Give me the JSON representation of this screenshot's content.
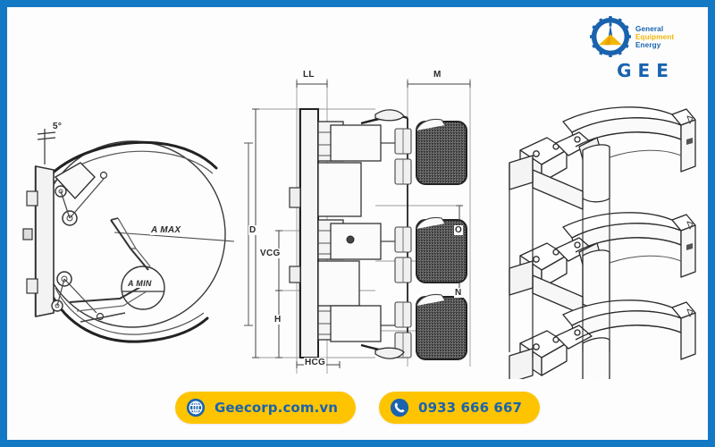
{
  "frame": {
    "border_color": "#1479c4",
    "page_background": "#fdfdfd"
  },
  "logo": {
    "icon_name": "gee-gear-tower-logo",
    "brand": "GEE",
    "tagline_line1": "General",
    "tagline_line2": "Equipment",
    "tagline_line3": "Energy",
    "colors": {
      "blue": "#1a63ae",
      "yellow": "#f2b705"
    }
  },
  "drawings": {
    "grapple_side_view": {
      "name": "paper-roll-clamp-side-view",
      "labels": {
        "angle": "5°",
        "arm_max": "A MAX",
        "arm_min": "A MIN",
        "diameter": "D"
      }
    },
    "front_view": {
      "name": "paper-roll-clamp-front-view",
      "labels": {
        "ll": "LL",
        "m": "M",
        "d": "D",
        "vcg": "VCG",
        "h": "H",
        "hcg": "HCG",
        "o": "O",
        "n": "N"
      }
    },
    "perspective_view": {
      "name": "paper-roll-clamp-3d-view"
    }
  },
  "contact": {
    "website": {
      "icon_name": "globe-icon",
      "label": "Geecorp.com.vn"
    },
    "phone": {
      "icon_name": "phone-icon",
      "label": "0933 666 667"
    },
    "pill_color": "#ffc400",
    "text_color": "#1a63ae"
  }
}
